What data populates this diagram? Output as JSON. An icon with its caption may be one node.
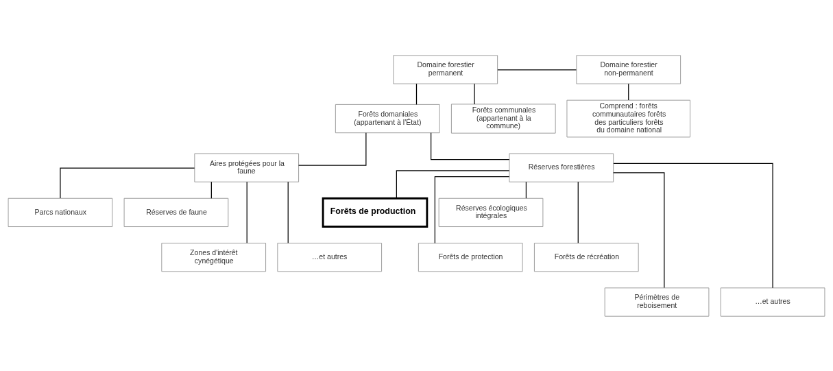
{
  "diagram": {
    "nodes": [
      {
        "text": [
          "Domaine forestier permanent"
        ]
      },
      {
        "text": [
          "Domaine forestier non-permanent"
        ]
      },
      {
        "text": [
          "Forêts domaniales (appartenant à l'État)"
        ]
      },
      {
        "text": [
          "Forêts communales (appartenant à la commune)"
        ]
      },
      {
        "text": [
          "Comprend : forêts communautaires forêts des particuliers forêts du domaine national"
        ]
      },
      {
        "text": [
          "Aires protégées pour la faune"
        ]
      },
      {
        "text": [
          "Réserves forestières"
        ]
      },
      {
        "text": [
          "Parcs nationaux"
        ]
      },
      {
        "text": [
          "Réserves de faune"
        ]
      },
      {
        "text": [
          "Forêts de production"
        ]
      },
      {
        "text": [
          "Réserves écologiques intégrales"
        ]
      },
      {
        "text": [
          "Zones d'intérêt cynégétique"
        ]
      },
      {
        "text": [
          "…et autres"
        ]
      },
      {
        "text": [
          "Forêts de protection"
        ]
      },
      {
        "text": [
          "Forêts de récréation"
        ]
      },
      {
        "text": [
          "Périmètres de reboisement"
        ]
      },
      {
        "text": [
          "…et autres"
        ]
      }
    ],
    "edges": [
      {
        "from": 0,
        "to": 1,
        "arrow": "none"
      },
      {
        "from": 0,
        "to": 2,
        "arrow": "none"
      },
      {
        "from": 0,
        "to": 3,
        "arrow": "none"
      },
      {
        "from": 1,
        "to": 4,
        "arrow": "none"
      },
      {
        "from": 2,
        "to": 5,
        "arrow": "none"
      },
      {
        "from": 2,
        "to": 6,
        "arrow": "none"
      },
      {
        "from": 5,
        "to": 7,
        "arrow": "none"
      },
      {
        "from": 5,
        "to": 8,
        "arrow": "none"
      },
      {
        "from": 5,
        "to": 11,
        "arrow": "none"
      },
      {
        "from": 5,
        "to": 12,
        "arrow": "none"
      },
      {
        "from": 6,
        "to": 9,
        "arrow": "none"
      },
      {
        "from": 6,
        "to": 10,
        "arrow": "none"
      },
      {
        "from": 6,
        "to": 13,
        "arrow": "none"
      },
      {
        "from": 6,
        "to": 14,
        "arrow": "none"
      },
      {
        "from": 6,
        "to": 15,
        "arrow": "none"
      },
      {
        "from": 6,
        "to": 16,
        "arrow": "none"
      }
    ]
  }
}
